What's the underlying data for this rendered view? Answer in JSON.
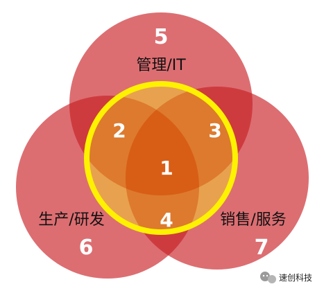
{
  "diagram": {
    "circles": [
      {
        "label": "管理/IT",
        "number": "5"
      },
      {
        "label": "生产/研发",
        "number": "6"
      },
      {
        "label": "销售/服务",
        "number": "7"
      }
    ],
    "overlaps": {
      "center": "1",
      "mgmt_production": "2",
      "mgmt_sales": "3",
      "production_sales": "4"
    },
    "colors": {
      "circle": "#DC6E72",
      "pair_overlap": "#CE3B3E",
      "highlight_fill": "#E8A24F",
      "deep_overlap": "#DD7A2E",
      "center": "#D85E15",
      "highlight_ring": "#FFF200"
    }
  },
  "watermark": {
    "text": "速创科技",
    "icon": "wechat-icon"
  }
}
